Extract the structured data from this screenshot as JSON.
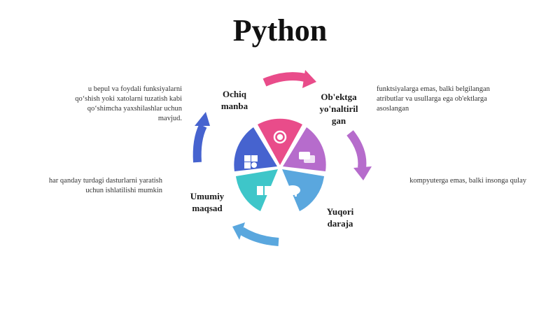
{
  "title": "Python",
  "segments": [
    {
      "label_line1": "Ochiq",
      "label_line2": "manba",
      "color": "#e94c8a",
      "icon": "gear-icon"
    },
    {
      "label_line1": "Ob'ektga",
      "label_line2": "yo'naltiril",
      "label_line3": "gan",
      "color": "#b66ccc",
      "icon": "chat-icon"
    },
    {
      "label_line1": "Yuqori",
      "label_line2": "daraja",
      "color": "#5aa7de",
      "icon": "piggy-bank-icon"
    },
    {
      "label_line1": "Umumiy",
      "label_line2": "maqsad",
      "color": "#3ec6c9",
      "icon": "book-icon"
    },
    {
      "color": "#4663cf",
      "icon": "puzzle-icon"
    }
  ],
  "descriptions": {
    "open_source": [
      "u bepul va foydali funksiyalarni",
      "qo‘shish yoki xatolarni tuzatish kabi",
      "qo‘shimcha yaxshilashlar uchun",
      "mavjud."
    ],
    "object_oriented": [
      "funktsiyalarga emas, balki belgilangan",
      "atributlar va usullarga ega ob'ektlarga",
      "asoslangan"
    ],
    "high_level": [
      "kompyuterga emas, balki insonga qulay"
    ],
    "general_purpose": [
      "har qanday turdagi dasturlarni yaratish",
      "uchun ishlatilishi mumkin"
    ]
  },
  "colors": {
    "pink": "#e94c8a",
    "purple": "#b66ccc",
    "lightblue": "#5aa7de",
    "teal": "#3ec6c9",
    "blue": "#4663cf"
  }
}
